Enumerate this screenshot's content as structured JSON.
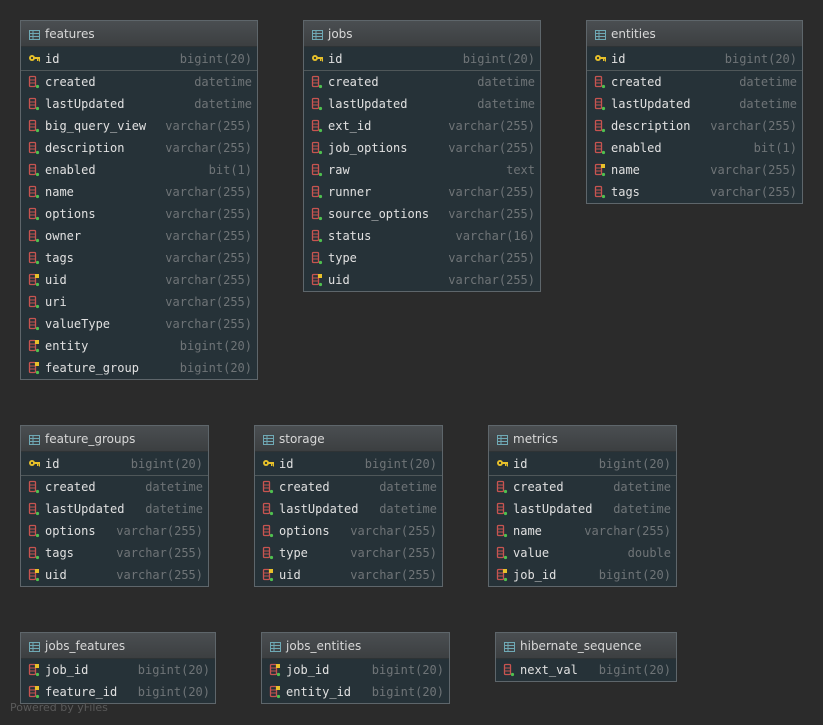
{
  "tables": [
    {
      "name": "features",
      "primary": [
        {
          "name": "id",
          "type": "bigint(20)",
          "kind": "pk"
        }
      ],
      "columns": [
        {
          "name": "created",
          "type": "datetime",
          "kind": "col"
        },
        {
          "name": "lastUpdated",
          "type": "datetime",
          "kind": "col"
        },
        {
          "name": "big_query_view",
          "type": "varchar(255)",
          "kind": "col"
        },
        {
          "name": "description",
          "type": "varchar(255)",
          "kind": "col"
        },
        {
          "name": "enabled",
          "type": "bit(1)",
          "kind": "col"
        },
        {
          "name": "name",
          "type": "varchar(255)",
          "kind": "col"
        },
        {
          "name": "options",
          "type": "varchar(255)",
          "kind": "col"
        },
        {
          "name": "owner",
          "type": "varchar(255)",
          "kind": "col"
        },
        {
          "name": "tags",
          "type": "varchar(255)",
          "kind": "col"
        },
        {
          "name": "uid",
          "type": "varchar(255)",
          "kind": "idx"
        },
        {
          "name": "uri",
          "type": "varchar(255)",
          "kind": "col"
        },
        {
          "name": "valueType",
          "type": "varchar(255)",
          "kind": "col"
        },
        {
          "name": "entity",
          "type": "bigint(20)",
          "kind": "fk"
        },
        {
          "name": "feature_group",
          "type": "bigint(20)",
          "kind": "fk"
        }
      ]
    },
    {
      "name": "jobs",
      "primary": [
        {
          "name": "id",
          "type": "bigint(20)",
          "kind": "pk"
        }
      ],
      "columns": [
        {
          "name": "created",
          "type": "datetime",
          "kind": "col"
        },
        {
          "name": "lastUpdated",
          "type": "datetime",
          "kind": "col"
        },
        {
          "name": "ext_id",
          "type": "varchar(255)",
          "kind": "col"
        },
        {
          "name": "job_options",
          "type": "varchar(255)",
          "kind": "col"
        },
        {
          "name": "raw",
          "type": "text",
          "kind": "col"
        },
        {
          "name": "runner",
          "type": "varchar(255)",
          "kind": "col"
        },
        {
          "name": "source_options",
          "type": "varchar(255)",
          "kind": "col"
        },
        {
          "name": "status",
          "type": "varchar(16)",
          "kind": "col"
        },
        {
          "name": "type",
          "type": "varchar(255)",
          "kind": "col"
        },
        {
          "name": "uid",
          "type": "varchar(255)",
          "kind": "idx"
        }
      ]
    },
    {
      "name": "entities",
      "primary": [
        {
          "name": "id",
          "type": "bigint(20)",
          "kind": "pk"
        }
      ],
      "columns": [
        {
          "name": "created",
          "type": "datetime",
          "kind": "col"
        },
        {
          "name": "lastUpdated",
          "type": "datetime",
          "kind": "col"
        },
        {
          "name": "description",
          "type": "varchar(255)",
          "kind": "col"
        },
        {
          "name": "enabled",
          "type": "bit(1)",
          "kind": "col"
        },
        {
          "name": "name",
          "type": "varchar(255)",
          "kind": "idx"
        },
        {
          "name": "tags",
          "type": "varchar(255)",
          "kind": "col"
        }
      ]
    },
    {
      "name": "feature_groups",
      "primary": [
        {
          "name": "id",
          "type": "bigint(20)",
          "kind": "pk"
        }
      ],
      "columns": [
        {
          "name": "created",
          "type": "datetime",
          "kind": "col"
        },
        {
          "name": "lastUpdated",
          "type": "datetime",
          "kind": "col"
        },
        {
          "name": "options",
          "type": "varchar(255)",
          "kind": "col"
        },
        {
          "name": "tags",
          "type": "varchar(255)",
          "kind": "col"
        },
        {
          "name": "uid",
          "type": "varchar(255)",
          "kind": "idx"
        }
      ]
    },
    {
      "name": "storage",
      "primary": [
        {
          "name": "id",
          "type": "bigint(20)",
          "kind": "pk"
        }
      ],
      "columns": [
        {
          "name": "created",
          "type": "datetime",
          "kind": "col"
        },
        {
          "name": "lastUpdated",
          "type": "datetime",
          "kind": "col"
        },
        {
          "name": "options",
          "type": "varchar(255)",
          "kind": "col"
        },
        {
          "name": "type",
          "type": "varchar(255)",
          "kind": "col"
        },
        {
          "name": "uid",
          "type": "varchar(255)",
          "kind": "idx"
        }
      ]
    },
    {
      "name": "metrics",
      "primary": [
        {
          "name": "id",
          "type": "bigint(20)",
          "kind": "pk"
        }
      ],
      "columns": [
        {
          "name": "created",
          "type": "datetime",
          "kind": "col"
        },
        {
          "name": "lastUpdated",
          "type": "datetime",
          "kind": "col"
        },
        {
          "name": "name",
          "type": "varchar(255)",
          "kind": "col"
        },
        {
          "name": "value",
          "type": "double",
          "kind": "col"
        },
        {
          "name": "job_id",
          "type": "bigint(20)",
          "kind": "fk"
        }
      ]
    },
    {
      "name": "jobs_features",
      "primary": [],
      "columns": [
        {
          "name": "job_id",
          "type": "bigint(20)",
          "kind": "fk"
        },
        {
          "name": "feature_id",
          "type": "bigint(20)",
          "kind": "fk"
        }
      ]
    },
    {
      "name": "jobs_entities",
      "primary": [],
      "columns": [
        {
          "name": "job_id",
          "type": "bigint(20)",
          "kind": "fk"
        },
        {
          "name": "entity_id",
          "type": "bigint(20)",
          "kind": "fk"
        }
      ]
    },
    {
      "name": "hibernate_sequence",
      "primary": [],
      "columns": [
        {
          "name": "next_val",
          "type": "bigint(20)",
          "kind": "col"
        }
      ]
    }
  ],
  "colors": {
    "pk_key": "#e8c12a",
    "column_icon": "#c75450",
    "table_icon": "#6fa9b5",
    "not_null_dot": "#4fc04f"
  },
  "watermark": "Powered by yFiles"
}
